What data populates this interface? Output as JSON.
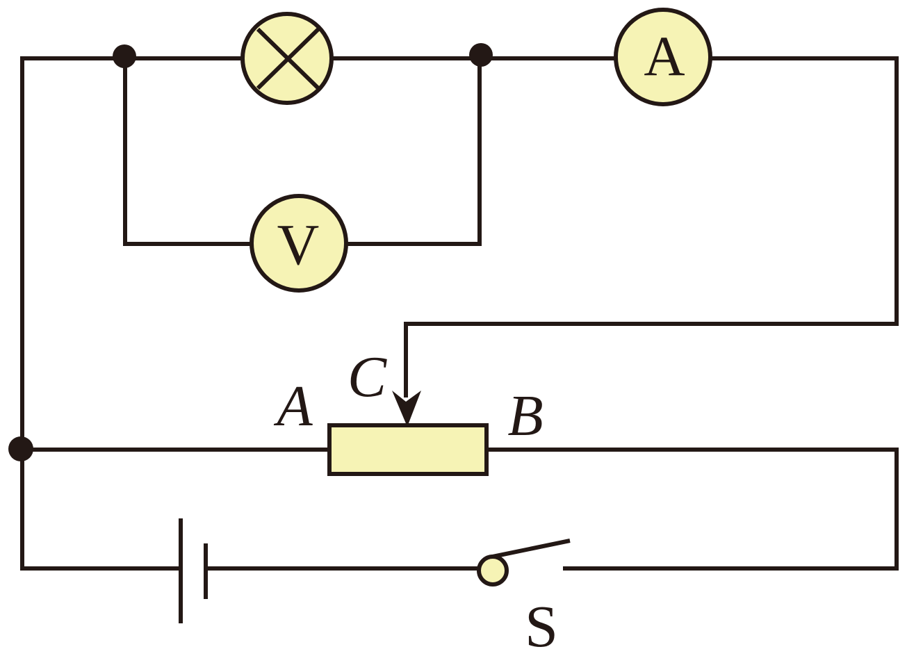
{
  "colors": {
    "wire": "#231815",
    "component_fill": "#f6f3b5",
    "background": "#ffffff"
  },
  "components": {
    "lamp": {
      "icon": "lamp-icon"
    },
    "ammeter": {
      "label": "A"
    },
    "voltmeter": {
      "label": "V"
    },
    "rheostat": {
      "end_a_label": "A",
      "end_b_label": "B",
      "slider_label": "C"
    },
    "battery": {
      "icon": "battery-icon"
    },
    "switch": {
      "label": "S"
    }
  }
}
